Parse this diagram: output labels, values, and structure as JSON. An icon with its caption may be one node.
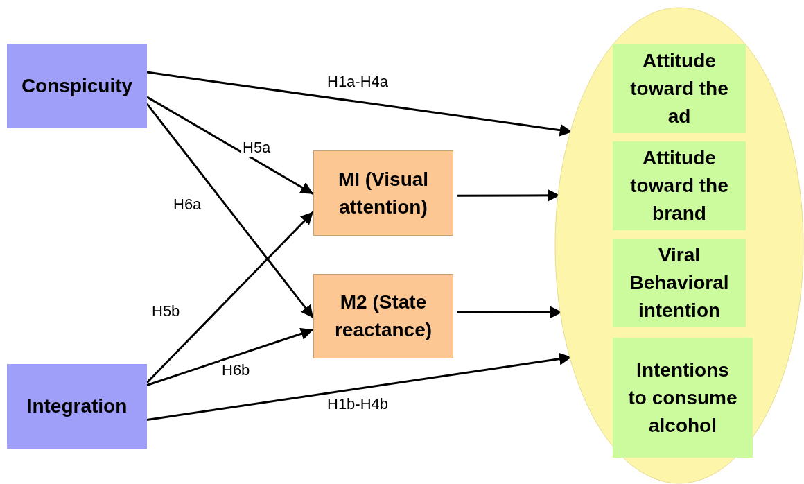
{
  "diagram": {
    "nodes": [
      {
        "text": [
          "Conspicuity"
        ]
      },
      {
        "text": [
          "Integration"
        ]
      },
      {
        "text": [
          "MI (Visual attention)"
        ]
      },
      {
        "text": [
          "M2 (State reactance)"
        ]
      },
      {
        "text": [],
        "shape": "ellipse"
      },
      {
        "text": [
          "Attitude toward the ad"
        ],
        "in": 4
      },
      {
        "text": [
          "Attitude toward the brand"
        ],
        "in": 4
      },
      {
        "text": [
          "Viral Behavioral intention"
        ],
        "in": 4
      },
      {
        "text": [
          "Intentions to consume alcohol"
        ],
        "in": 4
      }
    ],
    "edges": [
      {
        "from": 0,
        "to": 4,
        "arrow": "to",
        "label": "H1a-H4a"
      },
      {
        "from": 0,
        "to": 2,
        "arrow": "to",
        "label": "H5a"
      },
      {
        "from": 0,
        "to": 3,
        "arrow": "to",
        "label": "H6a"
      },
      {
        "from": 1,
        "to": 2,
        "arrow": "to",
        "label": "H5b"
      },
      {
        "from": 1,
        "to": 3,
        "arrow": "to",
        "label": "H6b"
      },
      {
        "from": 1,
        "to": 4,
        "arrow": "to",
        "label": "H1b-H4b"
      },
      {
        "from": 2,
        "to": 4,
        "arrow": "to"
      },
      {
        "from": 3,
        "to": 4,
        "arrow": "to"
      }
    ]
  }
}
